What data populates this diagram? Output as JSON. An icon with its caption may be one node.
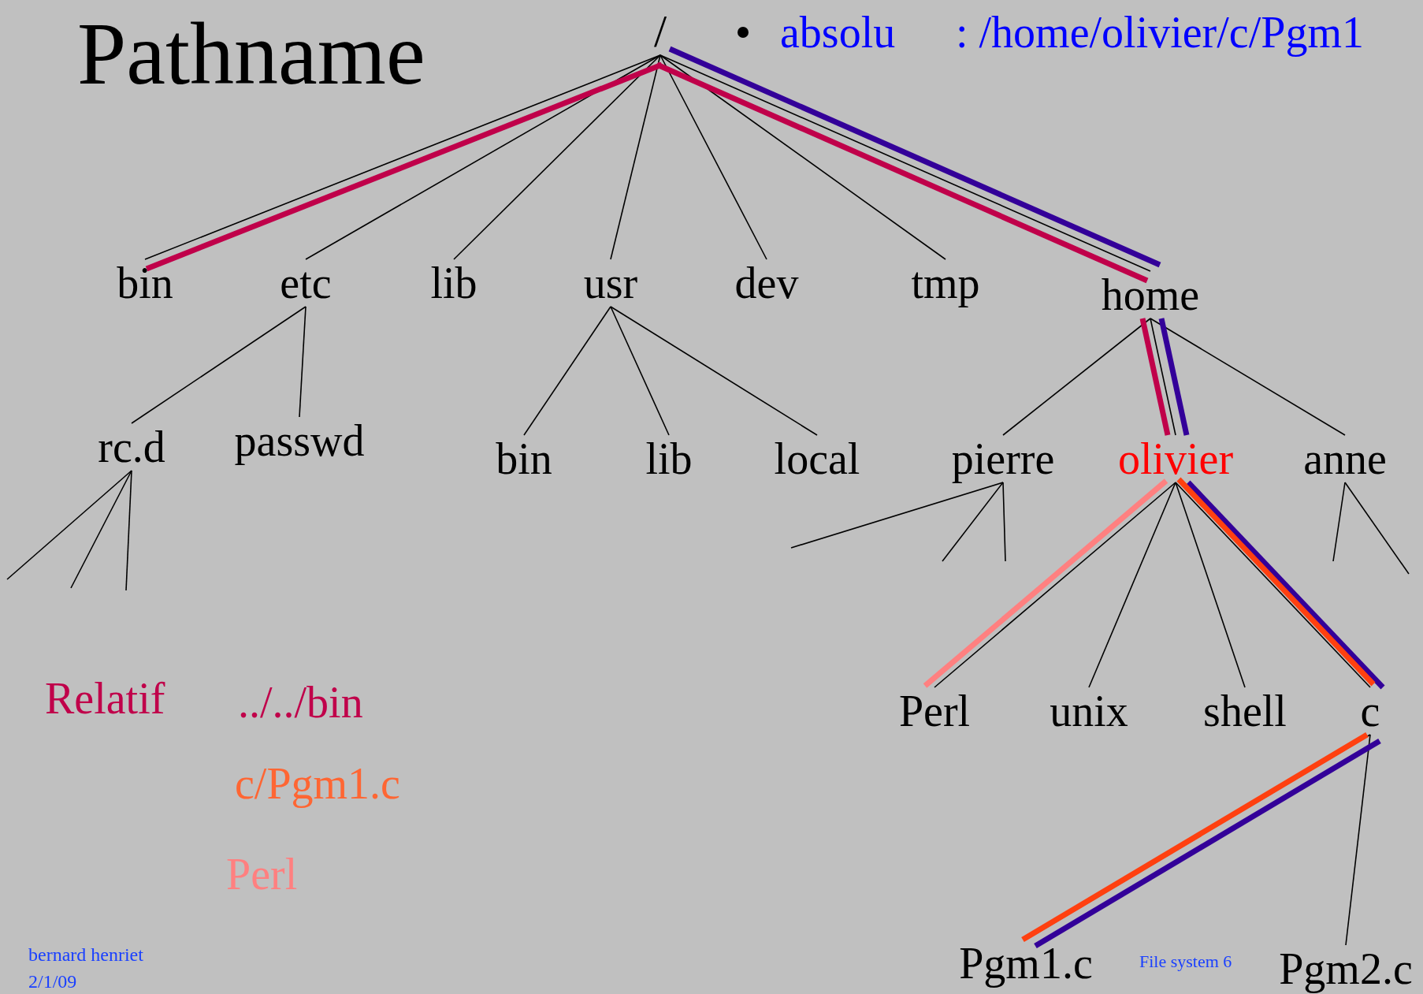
{
  "diagram": {
    "title": "Pathname",
    "nodes": [
      {
        "text": [
          "/"
        ]
      },
      {
        "text": [
          "bin"
        ]
      },
      {
        "text": [
          "etc"
        ]
      },
      {
        "text": [
          "lib"
        ]
      },
      {
        "text": [
          "usr"
        ]
      },
      {
        "text": [
          "dev"
        ]
      },
      {
        "text": [
          "tmp"
        ]
      },
      {
        "text": [
          "home"
        ]
      },
      {
        "text": [
          "rc.d"
        ]
      },
      {
        "text": [
          "passwd"
        ]
      },
      {
        "text": [
          "bin"
        ]
      },
      {
        "text": [
          "lib"
        ]
      },
      {
        "text": [
          "local"
        ]
      },
      {
        "text": [
          "pierre"
        ]
      },
      {
        "text": [
          "olivier"
        ]
      },
      {
        "text": [
          "anne"
        ]
      },
      {
        "text": [
          "Perl"
        ]
      },
      {
        "text": [
          "unix"
        ]
      },
      {
        "text": [
          "shell"
        ]
      },
      {
        "text": [
          "c"
        ]
      },
      {
        "text": [
          "Pgm1.c"
        ]
      },
      {
        "text": [
          "Pgm2.c"
        ]
      }
    ],
    "edges": [
      {
        "from": 0,
        "to": 1,
        "arrow": "none"
      },
      {
        "from": 0,
        "to": 2,
        "arrow": "none"
      },
      {
        "from": 0,
        "to": 3,
        "arrow": "none"
      },
      {
        "from": 0,
        "to": 4,
        "arrow": "none"
      },
      {
        "from": 0,
        "to": 5,
        "arrow": "none"
      },
      {
        "from": 0,
        "to": 6,
        "arrow": "none"
      },
      {
        "from": 0,
        "to": 7,
        "arrow": "none"
      },
      {
        "from": 2,
        "to": 8,
        "arrow": "none"
      },
      {
        "from": 2,
        "to": 9,
        "arrow": "none"
      },
      {
        "from": 4,
        "to": 10,
        "arrow": "none"
      },
      {
        "from": 4,
        "to": 11,
        "arrow": "none"
      },
      {
        "from": 4,
        "to": 12,
        "arrow": "none"
      },
      {
        "from": 7,
        "to": 13,
        "arrow": "none"
      },
      {
        "from": 7,
        "to": 14,
        "arrow": "none"
      },
      {
        "from": 7,
        "to": 15,
        "arrow": "none"
      },
      {
        "from": 8,
        "to": null,
        "arrow": "none"
      },
      {
        "from": 8,
        "to": null,
        "arrow": "none"
      },
      {
        "from": 8,
        "to": null,
        "arrow": "none"
      },
      {
        "from": 13,
        "to": null,
        "arrow": "none"
      },
      {
        "from": 13,
        "to": null,
        "arrow": "none"
      },
      {
        "from": 13,
        "to": null,
        "arrow": "none"
      },
      {
        "from": 15,
        "to": null,
        "arrow": "none"
      },
      {
        "from": 15,
        "to": null,
        "arrow": "none"
      },
      {
        "from": 14,
        "to": 16,
        "arrow": "none"
      },
      {
        "from": 14,
        "to": 17,
        "arrow": "none"
      },
      {
        "from": 14,
        "to": 18,
        "arrow": "none"
      },
      {
        "from": 14,
        "to": 19,
        "arrow": "none"
      },
      {
        "from": 19,
        "to": 20,
        "arrow": "none"
      },
      {
        "from": 19,
        "to": 21,
        "arrow": "none"
      },
      {
        "from": 0,
        "to": 7,
        "arrow": "none",
        "style": "thick",
        "color": "#330099"
      },
      {
        "from": 7,
        "to": 14,
        "arrow": "none",
        "style": "thick",
        "color": "#330099"
      },
      {
        "from": 14,
        "to": 19,
        "arrow": "none",
        "style": "thick",
        "color": "#330099"
      },
      {
        "from": 19,
        "to": 20,
        "arrow": "none",
        "style": "thick",
        "color": "#330099"
      },
      {
        "from": 14,
        "to": 7,
        "arrow": "none",
        "style": "thick",
        "color": "#c0004a"
      },
      {
        "from": 7,
        "to": 0,
        "arrow": "none",
        "style": "thick",
        "color": "#c0004a"
      },
      {
        "from": 0,
        "to": 1,
        "arrow": "none",
        "style": "thick",
        "color": "#c0004a"
      },
      {
        "from": 14,
        "to": 19,
        "arrow": "none",
        "style": "thick",
        "color": "#ff4010"
      },
      {
        "from": 19,
        "to": 20,
        "arrow": "none",
        "style": "thick",
        "color": "#ff4010"
      },
      {
        "from": 14,
        "to": 16,
        "arrow": "none",
        "style": "thick",
        "color": "#ff8080"
      }
    ],
    "labels": [
      "absolu",
      ": /home/olivier/c/Pgm1",
      "Relatif",
      "../../bin",
      "c/Pgm1.c",
      "Perl",
      "bernard henriet",
      "2/1/09",
      "File system 6"
    ]
  }
}
